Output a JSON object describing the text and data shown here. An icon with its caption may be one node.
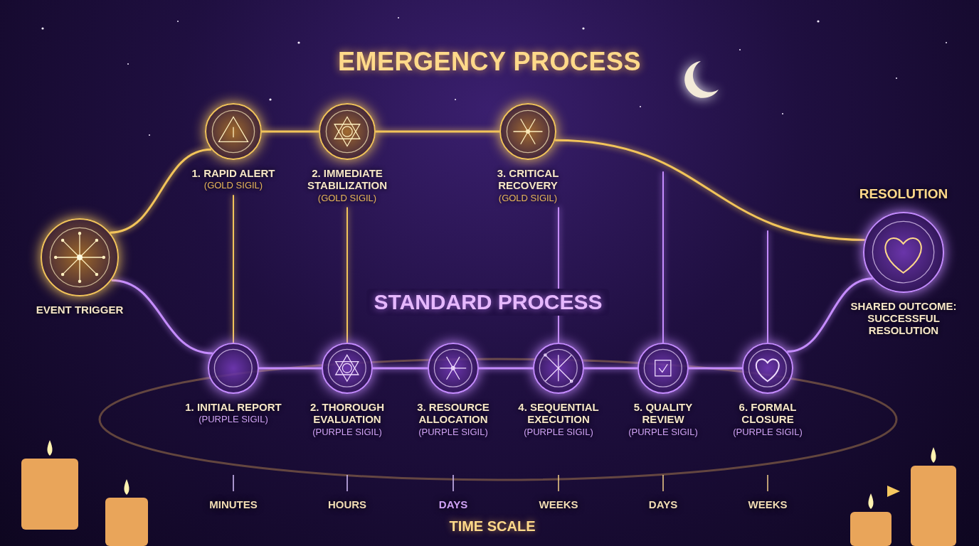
{
  "diagram": {
    "title": "EMERGENCY PROCESS",
    "nodes": [
      {
        "text": [
          "EVENT TRIGGER"
        ]
      },
      {
        "text": [
          "1. RAPID ALERT",
          "(GOLD SIGIL)"
        ]
      },
      {
        "text": [
          "2. IMMEDIATE STABILIZATION",
          "(GOLD SIGIL)"
        ]
      },
      {
        "text": [
          "3. CRITICAL RECOVERY",
          "(GOLD SIGIL)"
        ]
      },
      {
        "text": [
          "RESOLUTION",
          "SHARED OUTCOME: SUCCESSFUL RESOLUTION"
        ]
      },
      {
        "text": [
          "1. INITIAL REPORT",
          "(PURPLE SIGIL)"
        ]
      },
      {
        "text": [
          "2. THOROUGH EVALUATION",
          "(PURPLE SIGIL)"
        ]
      },
      {
        "text": [
          "3. RESOURCE ALLOCATION",
          "(PURPLE SIGIL)"
        ]
      },
      {
        "text": [
          "4. SEQUENTIAL EXECUTION",
          "(PURPLE SIGIL)"
        ]
      },
      {
        "text": [
          "5. QUALITY REVIEW",
          "(PURPLE SIGIL)"
        ]
      },
      {
        "text": [
          "6. FORMAL CLOSURE",
          "(PURPLE SIGIL)"
        ]
      }
    ],
    "edges": [
      {
        "from": 0,
        "to": 1,
        "arrow": "none",
        "color": "#f2c45a"
      },
      {
        "from": 1,
        "to": 2,
        "arrow": "none",
        "color": "#f2c45a"
      },
      {
        "from": 2,
        "to": 3,
        "arrow": "none",
        "color": "#f2c45a"
      },
      {
        "from": 3,
        "to": 4,
        "arrow": "none",
        "color": "#f2c45a"
      },
      {
        "from": 0,
        "to": 5,
        "arrow": "none"
      },
      {
        "from": 5,
        "to": 6,
        "arrow": "none"
      },
      {
        "from": 6,
        "to": 7,
        "arrow": "none"
      },
      {
        "from": 7,
        "to": 8,
        "arrow": "none"
      },
      {
        "from": 8,
        "to": 9,
        "arrow": "none"
      },
      {
        "from": 9,
        "to": 10,
        "arrow": "none"
      },
      {
        "from": 10,
        "to": 4,
        "arrow": "none"
      },
      {
        "from": 1,
        "to": 5,
        "arrow": "none",
        "color": "#f2c45a"
      },
      {
        "from": 2,
        "to": 6,
        "arrow": "none",
        "color": "#f2c45a"
      },
      {
        "from": 3,
        "to": 8,
        "arrow": "none"
      },
      {
        "from": null,
        "to": 9,
        "arrow": "none"
      },
      {
        "from": null,
        "to": 10,
        "arrow": "none"
      }
    ],
    "labels": [
      "STANDARD PROCESS",
      "MINUTES",
      "HOURS",
      "DAYS",
      "WEEKS",
      "DAYS",
      "WEEKS",
      "TIME SCALE"
    ]
  }
}
